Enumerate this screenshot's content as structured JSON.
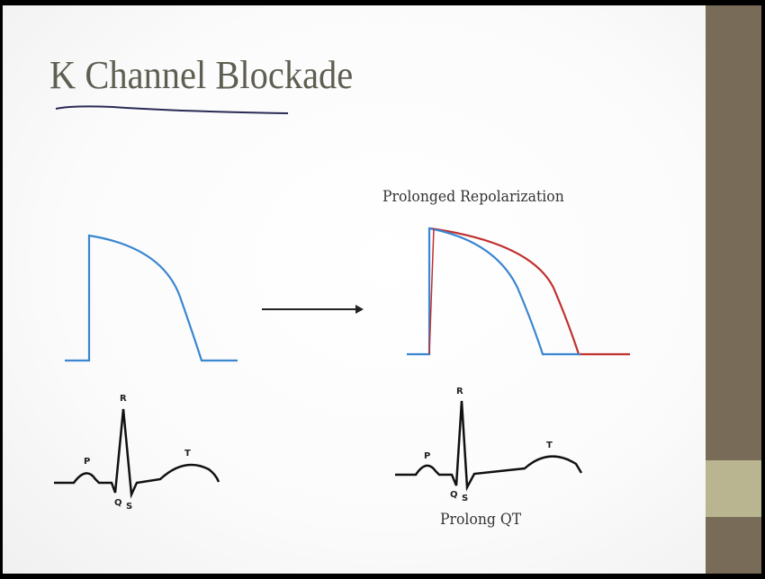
{
  "slide": {
    "title": "K Channel Blockade",
    "right_caption": "Prolonged Repolarization",
    "bottom_caption": "Prolong QT"
  },
  "ecg_labels": {
    "p": "P",
    "q": "Q",
    "r": "R",
    "s": "S",
    "t": "T"
  },
  "colors": {
    "baseline_trace": "#3a86d0",
    "prolonged_trace": "#c0302f",
    "sidebar": "#786b57",
    "sidebar_accent": "#b8b590",
    "title": "#5f5e52"
  }
}
